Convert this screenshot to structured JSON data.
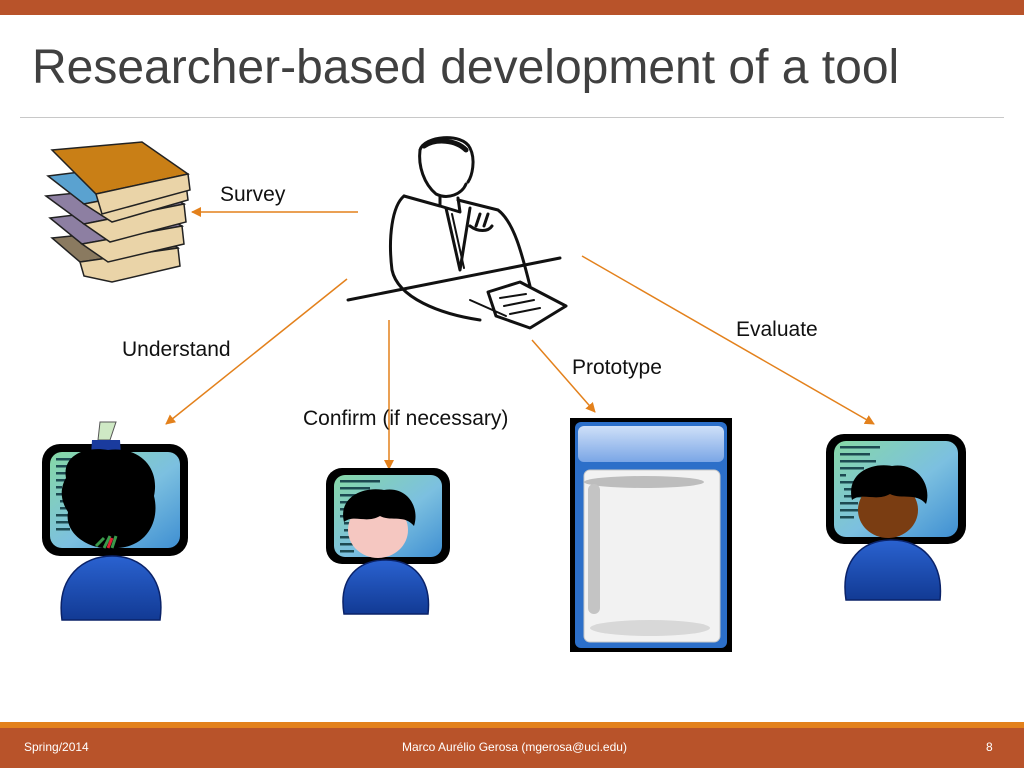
{
  "slide": {
    "title": "Researcher-based development of a tool",
    "labels": {
      "survey": "Survey",
      "understand": "Understand",
      "confirm": "Confirm (if necessary)",
      "prototype": "Prototype",
      "evaluate": "Evaluate"
    }
  },
  "footer": {
    "left": "Spring/2014",
    "center": "Marco Aurélio Gerosa (mgerosa@uci.edu)",
    "page": "8"
  },
  "colors": {
    "accent": "#b8532a",
    "accent_light": "#e3811c",
    "arrow": "#e3811c",
    "title": "#404040"
  },
  "icons": [
    "books-icon",
    "researcher-icon",
    "developer-icon",
    "window-icon"
  ]
}
